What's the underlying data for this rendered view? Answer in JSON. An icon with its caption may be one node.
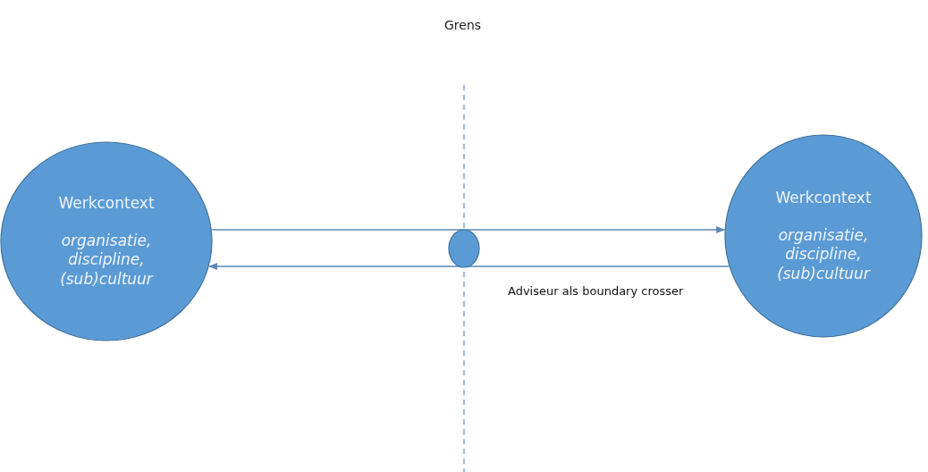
{
  "diagram": {
    "title": "Grens",
    "nodes": [
      {
        "text": [
          "Werkcontext",
          "organisatie, discipline, (sub)cultuur"
        ]
      },
      {
        "text": [],
        "shape": "circle",
        "beside": [
          "Adviseur als boundary crosser"
        ]
      },
      {
        "text": [
          "Werkcontext",
          "organisatie, discipline, (sub)cultuur"
        ]
      }
    ],
    "edges": [
      {
        "from": 0,
        "to": 2,
        "arrow": "to"
      },
      {
        "from": 2,
        "to": 0,
        "arrow": "to"
      }
    ]
  }
}
